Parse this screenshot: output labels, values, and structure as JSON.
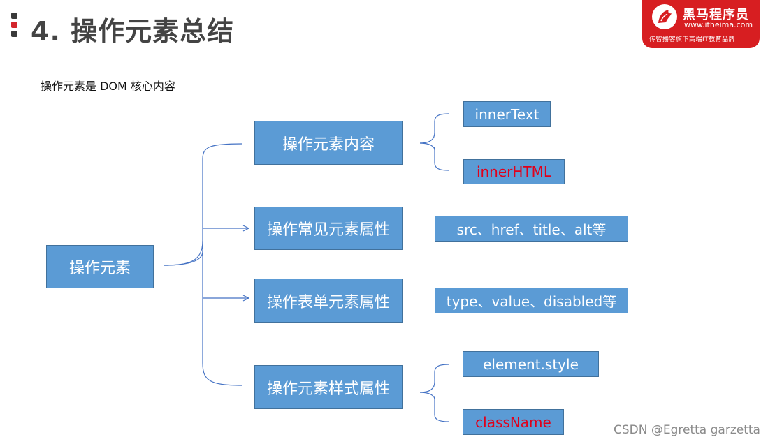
{
  "header": {
    "title": "4. 操作元素总结",
    "subtitle": "操作元素是 DOM 核心内容"
  },
  "logo": {
    "name": "黑马程序员",
    "url": "www.itheima.com",
    "slogan": "传智播客旗下高端IT教育品牌"
  },
  "diagram": {
    "root": "操作元素",
    "branches": [
      {
        "label": "操作元素内容",
        "items": [
          {
            "text": "innerText",
            "color": "#ffffff"
          },
          {
            "text": "innerHTML",
            "color": "#e0001b"
          }
        ]
      },
      {
        "label": "操作常见元素属性",
        "items": [
          {
            "text": "src、href、title、alt等",
            "color": "#ffffff"
          }
        ]
      },
      {
        "label": "操作表单元素属性",
        "items": [
          {
            "text": "type、value、disabled等",
            "color": "#ffffff"
          }
        ]
      },
      {
        "label": "操作元素样式属性",
        "items": [
          {
            "text": "element.style",
            "color": "#ffffff"
          },
          {
            "text": "className",
            "color": "#e0001b"
          }
        ]
      }
    ]
  },
  "colors": {
    "box_fill": "#5b9bd5",
    "connector": "#4472c4",
    "highlight_text": "#e0001b"
  },
  "watermark": "CSDN @Egretta garzetta"
}
